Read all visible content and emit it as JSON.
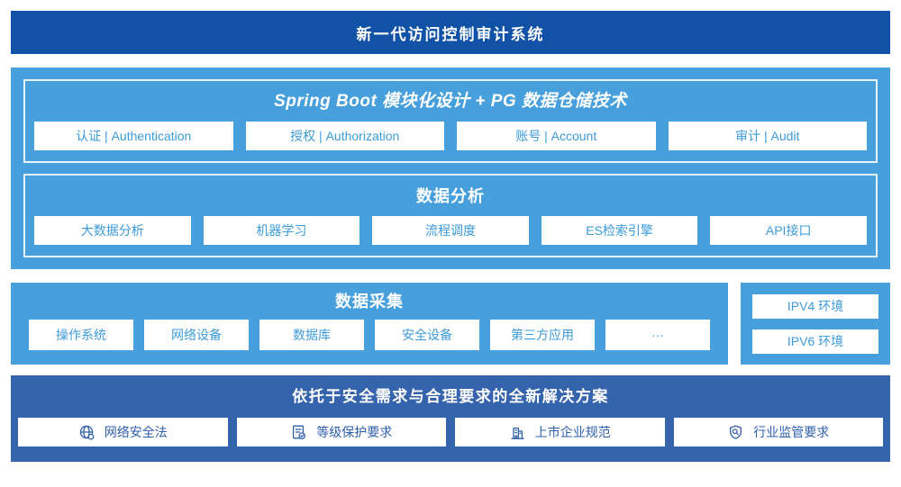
{
  "banner": {
    "title": "新一代访问控制审计系统"
  },
  "colors": {
    "banner_bg": "#1152A6",
    "section_bg": "#479FDB",
    "solution_bg": "#3664AC",
    "section_box_text": "#3D9BD8",
    "solution_box_text": "#2F5FA9",
    "sub_box_border": "#E6F1FA"
  },
  "platform": {
    "title": "Spring Boot 模块化设计 + PG 数据仓储技术",
    "modules": [
      "认证 | Authentication",
      "授权 | Authorization",
      "账号 | Account",
      "审计 | Audit"
    ]
  },
  "analysis": {
    "title": "数据分析",
    "modules": [
      "大数据分析",
      "机器学习",
      "流程调度",
      "ES检索引擎",
      "API接口"
    ]
  },
  "collection": {
    "title": "数据采集",
    "modules": [
      "操作系统",
      "网络设备",
      "数据库",
      "安全设备",
      "第三方应用",
      "···"
    ]
  },
  "environment": {
    "items": [
      "IPV4 环境",
      "IPV6 环境"
    ]
  },
  "solution": {
    "title": "依托于安全需求与合理要求的全新解决方案",
    "items": [
      {
        "icon": "globe-icon",
        "label": "网络安全法"
      },
      {
        "icon": "document-check-icon",
        "label": "等级保护要求"
      },
      {
        "icon": "building-icon",
        "label": "上市企业规范"
      },
      {
        "icon": "shield-magnifier-icon",
        "label": "行业监管要求"
      }
    ]
  }
}
